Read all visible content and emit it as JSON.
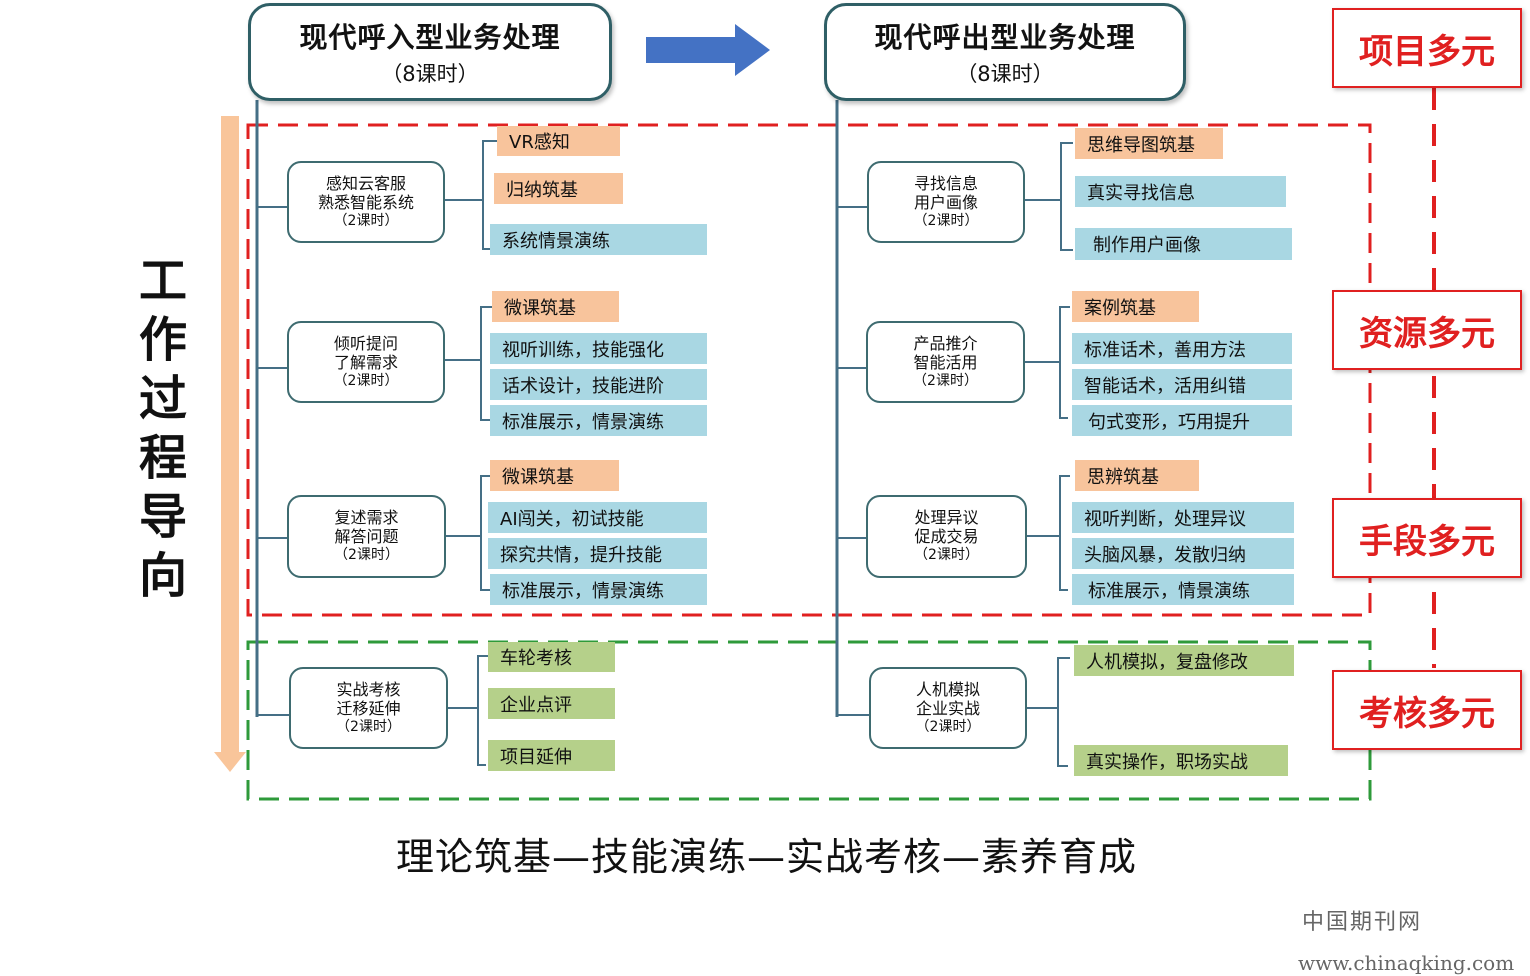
{
  "headers": {
    "inbound": {
      "title": "现代呼入型业务处理",
      "hours": "（8课时）"
    },
    "outbound": {
      "title": "现代呼出型业务处理",
      "hours": "（8课时）"
    }
  },
  "vertical_label": [
    "工",
    "作",
    "过",
    "程",
    "导",
    "向"
  ],
  "left_nodes": [
    {
      "lines": [
        "感知云客服",
        "熟悉智能系统"
      ],
      "hours": "（2课时）",
      "items": [
        "VR感知",
        "归纳筑基",
        "系统情景演练"
      ]
    },
    {
      "lines": [
        "倾听提问",
        "了解需求"
      ],
      "hours": "（2课时）",
      "items": [
        "微课筑基",
        "视听训练，技能强化",
        "话术设计，技能进阶",
        "标准展示，情景演练"
      ]
    },
    {
      "lines": [
        "复述需求",
        "解答问题"
      ],
      "hours": "（2课时）",
      "items": [
        "微课筑基",
        "AI闯关，初试技能",
        "探究共情，提升技能",
        "标准展示，情景演练"
      ]
    },
    {
      "lines": [
        "实战考核",
        "迁移延伸"
      ],
      "hours": "（2课时）",
      "items": [
        "车轮考核",
        "企业点评",
        "项目延伸"
      ]
    }
  ],
  "right_nodes": [
    {
      "lines": [
        "寻找信息",
        "用户画像"
      ],
      "hours": "（2课时）",
      "items": [
        "思维导图筑基",
        "真实寻找信息",
        "制作用户画像"
      ]
    },
    {
      "lines": [
        "产品推介",
        "智能活用"
      ],
      "hours": "（2课时）",
      "items": [
        "案例筑基",
        "标准话术，善用方法",
        "智能话术，活用纠错",
        "句式变形，巧用提升"
      ]
    },
    {
      "lines": [
        "处理异议",
        "促成交易"
      ],
      "hours": "（2课时）",
      "items": [
        "思辨筑基",
        "视听判断，处理异议",
        "头脑风暴，发散归纳",
        "标准展示，情景演练"
      ]
    },
    {
      "lines": [
        "人机模拟",
        "企业实战"
      ],
      "hours": "（2课时）",
      "items": [
        "人机模拟，复盘修改",
        "真实操作，职场实战"
      ]
    }
  ],
  "side_labels": [
    "项目多元",
    "资源多元",
    "手段多元",
    "考核多元"
  ],
  "bottom_text": "理论筑基—技能演练—实战考核—素养育成",
  "watermark": {
    "name": "中国期刊网",
    "url": "www.chinaqking.com"
  },
  "colors": {
    "orange": "#f8c49c",
    "blue": "#a9d7e3",
    "green": "#b5d08a",
    "red": "#e02020",
    "arrow": "#4472c4",
    "dash_green": "#2e9a3a"
  }
}
